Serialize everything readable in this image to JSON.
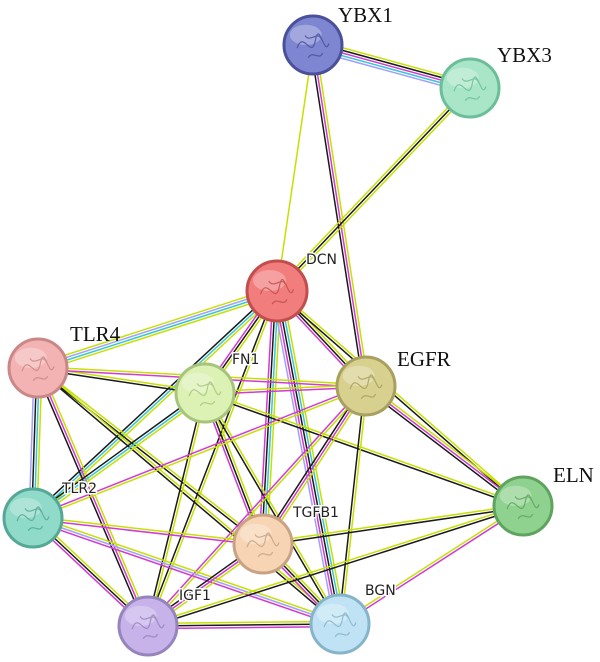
{
  "network": {
    "nodes": [
      {
        "id": "YBX1",
        "label": "YBX1",
        "label_style": "serif",
        "color": "#7e86d2",
        "border": "#4a509a"
      },
      {
        "id": "YBX3",
        "label": "YBX3",
        "label_style": "serif",
        "color": "#a9e6c8",
        "border": "#6bbf98"
      },
      {
        "id": "DCN",
        "label": "DCN",
        "label_style": "sans",
        "color": "#f27d7d",
        "border": "#c24d4d"
      },
      {
        "id": "TLR4",
        "label": "TLR4",
        "label_style": "serif",
        "color": "#f4b3b3",
        "border": "#c98787"
      },
      {
        "id": "FN1",
        "label": "FN1",
        "label_style": "sans",
        "color": "#dcf2b5",
        "border": "#a8c47c"
      },
      {
        "id": "EGFR",
        "label": "EGFR",
        "label_style": "serif",
        "color": "#d8d08f",
        "border": "#a8a05e"
      },
      {
        "id": "ELN",
        "label": "ELN",
        "label_style": "serif",
        "color": "#8fd18f",
        "border": "#5ea35e"
      },
      {
        "id": "TLR2",
        "label": "TLR2",
        "label_style": "sans",
        "color": "#8fdac8",
        "border": "#55a896"
      },
      {
        "id": "TGFB1",
        "label": "TGFB1",
        "label_style": "sans",
        "color": "#f7d4b4",
        "border": "#c9a283"
      },
      {
        "id": "IGF1",
        "label": "IGF1",
        "label_style": "sans",
        "color": "#c7b2ea",
        "border": "#9684bd"
      },
      {
        "id": "BGN",
        "label": "BGN",
        "label_style": "sans",
        "color": "#bfe3f4",
        "border": "#86b4c9"
      }
    ],
    "edge_colors": {
      "textmining": "#c6e000",
      "coexpression": "#1a1a1a",
      "experiments": "#d23ad2",
      "databases": "#36c6d6",
      "homology": "#a0a0ff"
    },
    "edges": [
      {
        "source": "YBX1",
        "target": "YBX3",
        "evidence": [
          "textmining",
          "coexpression",
          "experiments",
          "databases",
          "homology"
        ]
      },
      {
        "source": "YBX1",
        "target": "DCN",
        "evidence": [
          "textmining"
        ]
      },
      {
        "source": "YBX1",
        "target": "EGFR",
        "evidence": [
          "textmining",
          "experiments",
          "coexpression"
        ]
      },
      {
        "source": "YBX3",
        "target": "DCN",
        "evidence": [
          "textmining",
          "coexpression",
          "textmining"
        ]
      },
      {
        "source": "DCN",
        "target": "TLR4",
        "evidence": [
          "textmining",
          "databases",
          "homology",
          "textmining"
        ]
      },
      {
        "source": "DCN",
        "target": "FN1",
        "evidence": [
          "textmining",
          "coexpression",
          "experiments"
        ]
      },
      {
        "source": "DCN",
        "target": "EGFR",
        "evidence": [
          "textmining",
          "coexpression",
          "experiments"
        ]
      },
      {
        "source": "DCN",
        "target": "TLR2",
        "evidence": [
          "textmining",
          "databases",
          "coexpression"
        ]
      },
      {
        "source": "DCN",
        "target": "TGFB1",
        "evidence": [
          "textmining",
          "databases",
          "coexpression",
          "experiments"
        ]
      },
      {
        "source": "DCN",
        "target": "IGF1",
        "evidence": [
          "textmining",
          "coexpression"
        ]
      },
      {
        "source": "DCN",
        "target": "BGN",
        "evidence": [
          "textmining",
          "databases",
          "coexpression",
          "experiments",
          "homology"
        ]
      },
      {
        "source": "DCN",
        "target": "ELN",
        "evidence": [
          "textmining",
          "coexpression"
        ]
      },
      {
        "source": "TLR4",
        "target": "FN1",
        "evidence": [
          "textmining",
          "coexpression"
        ]
      },
      {
        "source": "TLR4",
        "target": "EGFR",
        "evidence": [
          "textmining",
          "experiments"
        ]
      },
      {
        "source": "TLR4",
        "target": "TLR2",
        "evidence": [
          "textmining",
          "databases",
          "coexpression",
          "homology"
        ]
      },
      {
        "source": "TLR4",
        "target": "TGFB1",
        "evidence": [
          "textmining",
          "coexpression"
        ]
      },
      {
        "source": "TLR4",
        "target": "IGF1",
        "evidence": [
          "textmining",
          "experiments",
          "coexpression"
        ]
      },
      {
        "source": "TLR4",
        "target": "BGN",
        "evidence": [
          "textmining",
          "coexpression"
        ]
      },
      {
        "source": "FN1",
        "target": "EGFR",
        "evidence": [
          "textmining",
          "experiments"
        ]
      },
      {
        "source": "FN1",
        "target": "TLR2",
        "evidence": [
          "textmining",
          "databases",
          "coexpression"
        ]
      },
      {
        "source": "FN1",
        "target": "TGFB1",
        "evidence": [
          "textmining",
          "coexpression",
          "experiments"
        ]
      },
      {
        "source": "FN1",
        "target": "IGF1",
        "evidence": [
          "textmining",
          "coexpression"
        ]
      },
      {
        "source": "FN1",
        "target": "BGN",
        "evidence": [
          "textmining",
          "coexpression"
        ]
      },
      {
        "source": "FN1",
        "target": "ELN",
        "evidence": [
          "textmining",
          "coexpression"
        ]
      },
      {
        "source": "EGFR",
        "target": "TLR2",
        "evidence": [
          "textmining",
          "experiments"
        ]
      },
      {
        "source": "EGFR",
        "target": "TGFB1",
        "evidence": [
          "textmining",
          "experiments",
          "coexpression"
        ]
      },
      {
        "source": "EGFR",
        "target": "IGF1",
        "evidence": [
          "textmining",
          "experiments"
        ]
      },
      {
        "source": "EGFR",
        "target": "BGN",
        "evidence": [
          "textmining",
          "coexpression"
        ]
      },
      {
        "source": "EGFR",
        "target": "ELN",
        "evidence": [
          "textmining",
          "experiments",
          "coexpression"
        ]
      },
      {
        "source": "TLR2",
        "target": "TGFB1",
        "evidence": [
          "textmining",
          "experiments"
        ]
      },
      {
        "source": "TLR2",
        "target": "IGF1",
        "evidence": [
          "textmining",
          "coexpression",
          "experiments"
        ]
      },
      {
        "source": "TLR2",
        "target": "BGN",
        "evidence": [
          "textmining",
          "homology",
          "experiments"
        ]
      },
      {
        "source": "TGFB1",
        "target": "IGF1",
        "evidence": [
          "textmining",
          "experiments",
          "coexpression"
        ]
      },
      {
        "source": "TGFB1",
        "target": "BGN",
        "evidence": [
          "textmining",
          "coexpression",
          "experiments"
        ]
      },
      {
        "source": "TGFB1",
        "target": "ELN",
        "evidence": [
          "textmining",
          "coexpression"
        ]
      },
      {
        "source": "IGF1",
        "target": "BGN",
        "evidence": [
          "textmining",
          "coexpression",
          "experiments"
        ]
      },
      {
        "source": "IGF1",
        "target": "ELN",
        "evidence": [
          "textmining",
          "coexpression"
        ]
      },
      {
        "source": "BGN",
        "target": "ELN",
        "evidence": [
          "textmining",
          "experiments"
        ]
      }
    ]
  }
}
